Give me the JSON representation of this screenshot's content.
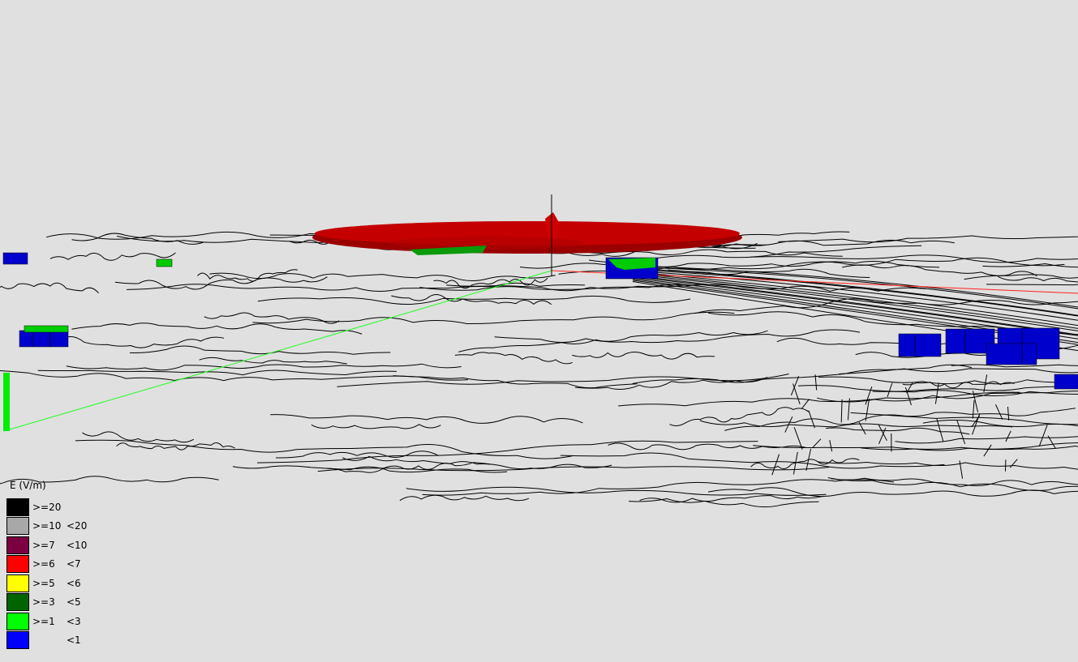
{
  "legend": {
    "title": "E (V/m)",
    "items": [
      {
        "low": ">=20",
        "high": "",
        "color": "#000000"
      },
      {
        "low": ">=10",
        "high": "<20",
        "color": "#a8a8a8"
      },
      {
        "low": ">=7",
        "high": "<10",
        "color": "#7a0040"
      },
      {
        "low": ">=6",
        "high": "<7",
        "color": "#ff0000"
      },
      {
        "low": ">=5",
        "high": "<6",
        "color": "#ffff00"
      },
      {
        "low": ">=3",
        "high": "<5",
        "color": "#006400"
      },
      {
        "low": ">=1",
        "high": "<3",
        "color": "#00ff00"
      },
      {
        "low": "",
        "high": "<1",
        "color": "#0000ff"
      }
    ]
  },
  "scene": {
    "background": "#e0e0e0",
    "radiation_pattern_color": "#b40000",
    "terrain_line_color": "#000000",
    "axis_x_color": "#ff2020",
    "axis_y_color": "#20ff20",
    "axis_z_color": "#000000",
    "building_colors": [
      "#0000cc",
      "#00cc00"
    ]
  }
}
